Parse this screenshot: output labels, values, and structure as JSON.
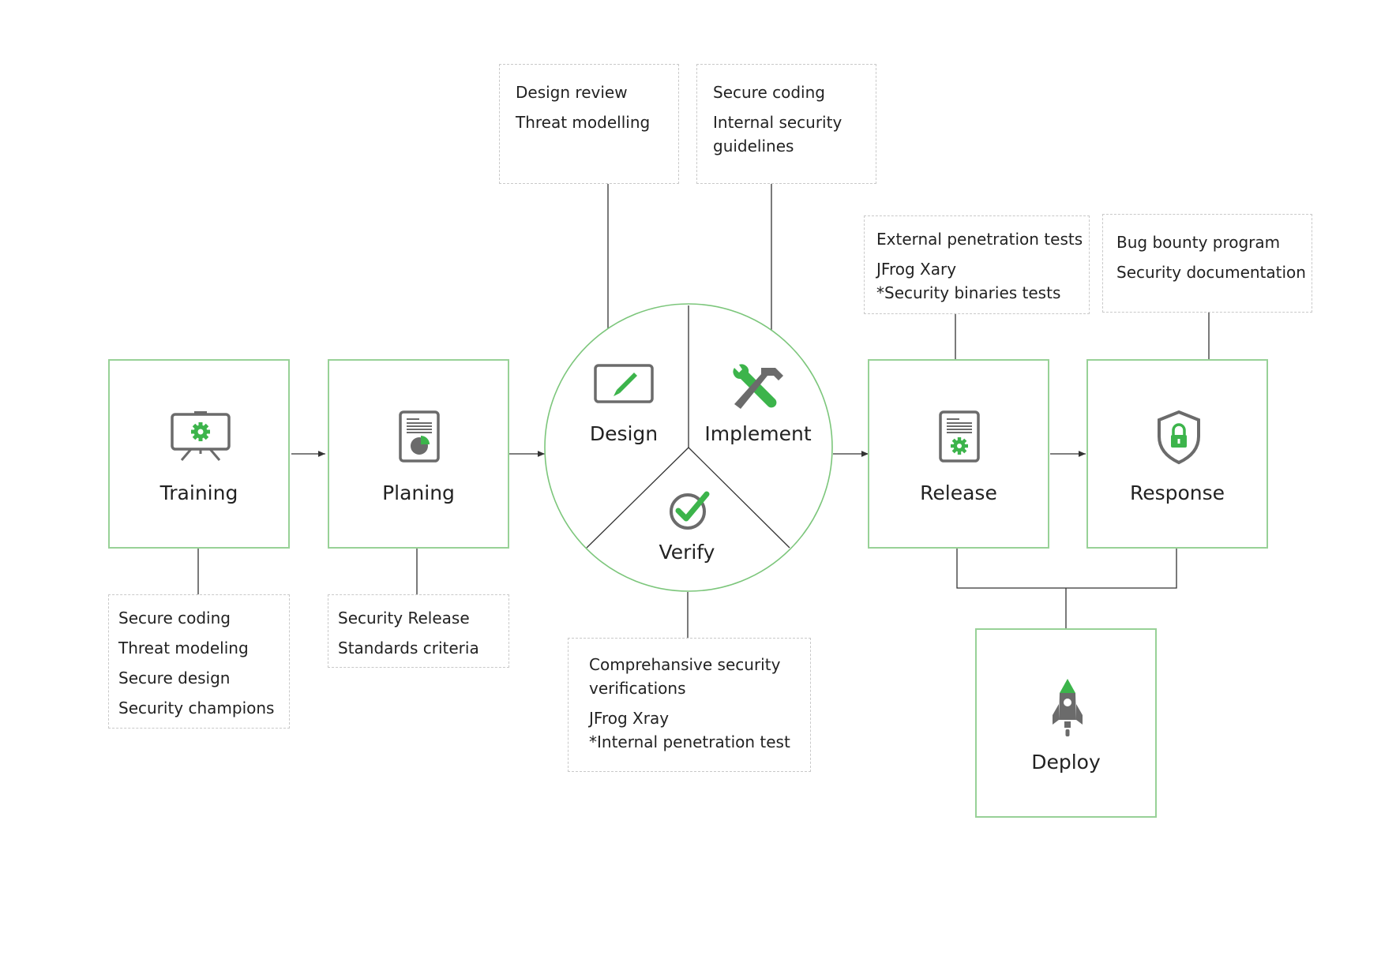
{
  "colors": {
    "accent": "#3cb44b",
    "border": "#98d197",
    "icon_gray": "#6b6b6b",
    "line": "#333333",
    "dashed": "#c9c9c9"
  },
  "stages": {
    "training": {
      "label": "Training",
      "icon": "presentation-gear-icon"
    },
    "planing": {
      "label": "Planing",
      "icon": "document-chart-icon"
    },
    "release": {
      "label": "Release",
      "icon": "document-gear-icon"
    },
    "response": {
      "label": "Response",
      "icon": "shield-lock-icon"
    },
    "deploy": {
      "label": "Deploy",
      "icon": "rocket-icon"
    }
  },
  "cycle": {
    "design": {
      "label": "Design",
      "icon": "tablet-brush-icon"
    },
    "implement": {
      "label": "Implement",
      "icon": "hammer-wrench-icon"
    },
    "verify": {
      "label": "Verify",
      "icon": "check-circle-icon"
    }
  },
  "notes": {
    "design": [
      "Design review",
      "Threat modelling"
    ],
    "implement": [
      "Secure coding",
      "Internal security",
      "guidelines"
    ],
    "release": [
      "External penetration tests",
      "JFrog Xary",
      "*Security binaries tests"
    ],
    "response": [
      "Bug bounty program",
      "Security documentation"
    ],
    "training": [
      "Secure coding",
      "Threat modeling",
      "Secure design",
      "Security champions"
    ],
    "planing": [
      "Security Release",
      "Standards criteria"
    ],
    "verify": [
      "Comprehansive security",
      "verifications",
      "JFrog Xray",
      "*Internal penetration test"
    ]
  }
}
